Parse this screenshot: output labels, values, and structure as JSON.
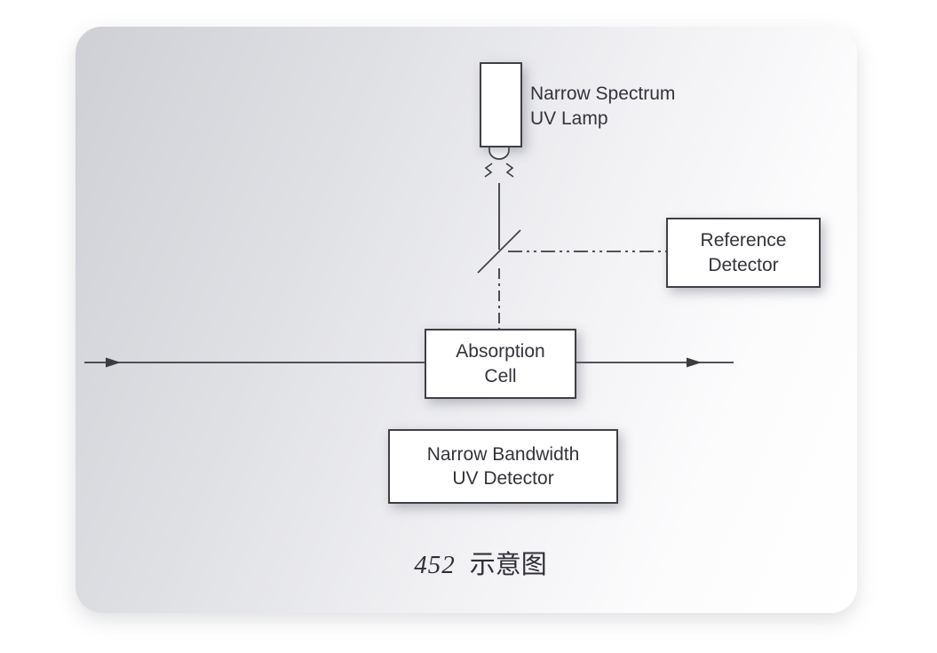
{
  "figure": {
    "type": "instrument-schematic",
    "caption": {
      "number": "452",
      "text": "示意图"
    }
  },
  "labels": {
    "lamp": {
      "line1": "Narrow Spectrum",
      "line2": "UV Lamp"
    },
    "reference_detector": {
      "line1": "Reference",
      "line2": "Detector"
    },
    "absorption_cell": {
      "line1": "Absorption",
      "line2": "Cell"
    },
    "uv_detector": {
      "line1": "Narrow Bandwidth",
      "line2": "UV Detector"
    }
  },
  "colors": {
    "line": "#3b3b42",
    "box_border": "#3f3f46",
    "text": "#33333b",
    "panel_gradient_start": "#cfd0d5",
    "panel_gradient_end": "#ffffff"
  }
}
